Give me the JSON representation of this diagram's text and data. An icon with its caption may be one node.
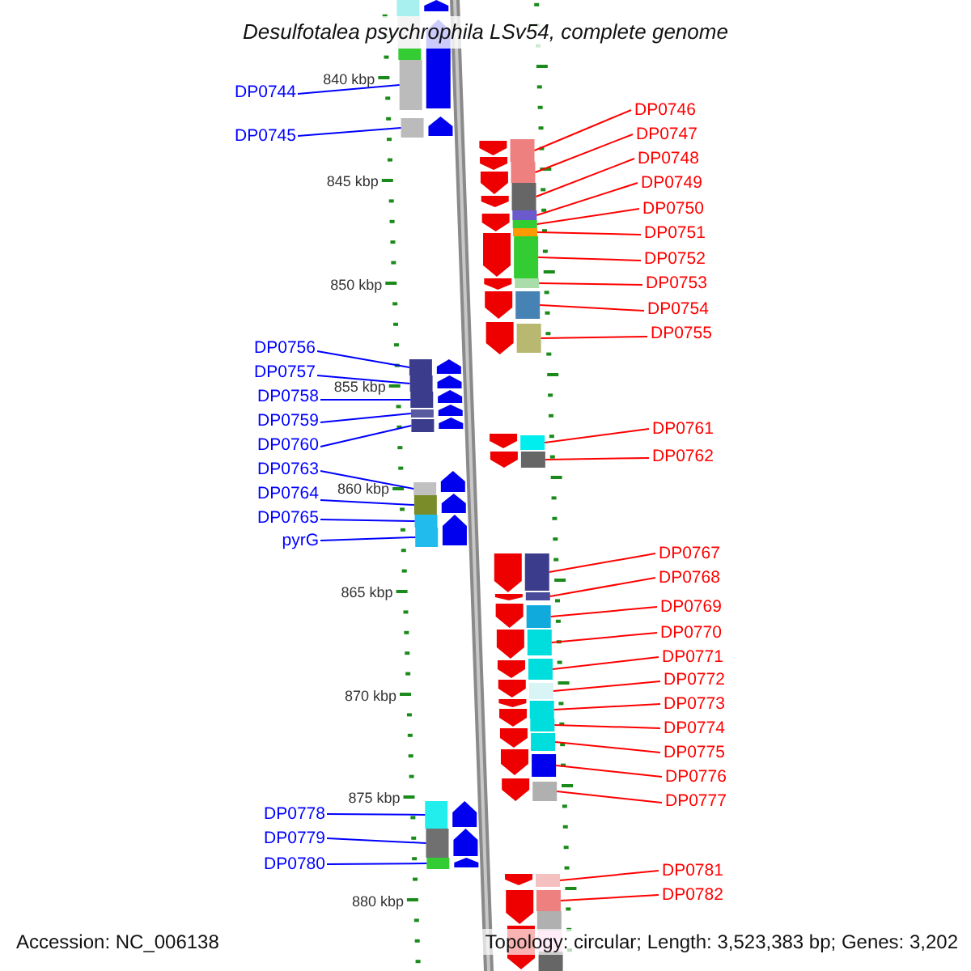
{
  "diagram": {
    "title": "Desulfotalea psychrophila LSv54, complete genome",
    "nodes": [
      {
        "text": [
          "DP0744"
        ]
      },
      {
        "text": [
          "DP0745"
        ]
      },
      {
        "text": [
          "DP0756"
        ]
      },
      {
        "text": [
          "DP0757"
        ]
      },
      {
        "text": [
          "DP0758"
        ]
      },
      {
        "text": [
          "DP0759"
        ]
      },
      {
        "text": [
          "DP0760"
        ]
      },
      {
        "text": [
          "DP0763"
        ]
      },
      {
        "text": [
          "DP0764"
        ]
      },
      {
        "text": [
          "DP0765"
        ]
      },
      {
        "text": [
          "pyrG"
        ]
      },
      {
        "text": [
          "DP0778"
        ]
      },
      {
        "text": [
          "DP0779"
        ]
      },
      {
        "text": [
          "DP0780"
        ]
      },
      {
        "text": [
          "DP0746"
        ]
      },
      {
        "text": [
          "DP0747"
        ]
      },
      {
        "text": [
          "DP0748"
        ]
      },
      {
        "text": [
          "DP0749"
        ]
      },
      {
        "text": [
          "DP0750"
        ]
      },
      {
        "text": [
          "DP0751"
        ]
      },
      {
        "text": [
          "DP0752"
        ]
      },
      {
        "text": [
          "DP0753"
        ]
      },
      {
        "text": [
          "DP0754"
        ]
      },
      {
        "text": [
          "DP0755"
        ]
      },
      {
        "text": [
          "DP0761"
        ]
      },
      {
        "text": [
          "DP0762"
        ]
      },
      {
        "text": [
          "DP0767"
        ]
      },
      {
        "text": [
          "DP0768"
        ]
      },
      {
        "text": [
          "DP0769"
        ]
      },
      {
        "text": [
          "DP0770"
        ]
      },
      {
        "text": [
          "DP0771"
        ]
      },
      {
        "text": [
          "DP0772"
        ]
      },
      {
        "text": [
          "DP0773"
        ]
      },
      {
        "text": [
          "DP0774"
        ]
      },
      {
        "text": [
          "DP0775"
        ]
      },
      {
        "text": [
          "DP0776"
        ]
      },
      {
        "text": [
          "DP0777"
        ]
      },
      {
        "text": [
          "DP0781"
        ]
      },
      {
        "text": [
          "DP0782"
        ]
      },
      {
        "text": [],
        "shape": "bar"
      },
      {
        "text": [],
        "shape": "bar"
      },
      {
        "text": [],
        "shape": "bar"
      },
      {
        "text": [],
        "shape": "bar"
      },
      {
        "text": [],
        "shape": "bar"
      },
      {
        "text": [],
        "shape": "bar"
      },
      {
        "text": [],
        "shape": "bar"
      },
      {
        "text": [],
        "shape": "bar"
      },
      {
        "text": [],
        "shape": "bar"
      },
      {
        "text": [],
        "shape": "bar"
      },
      {
        "text": [],
        "shape": "bar"
      },
      {
        "text": [],
        "shape": "bar"
      },
      {
        "text": [],
        "shape": "bar"
      },
      {
        "text": [],
        "shape": "bar"
      },
      {
        "text": [],
        "shape": "bar"
      },
      {
        "text": [],
        "shape": "bar"
      },
      {
        "text": [],
        "shape": "bar"
      },
      {
        "text": [],
        "shape": "bar"
      },
      {
        "text": [],
        "shape": "bar"
      },
      {
        "text": [],
        "shape": "bar"
      },
      {
        "text": [],
        "shape": "bar"
      },
      {
        "text": [],
        "shape": "bar"
      },
      {
        "text": [],
        "shape": "bar"
      },
      {
        "text": [],
        "shape": "bar"
      },
      {
        "text": [],
        "shape": "bar"
      },
      {
        "text": [],
        "shape": "bar"
      },
      {
        "text": [],
        "shape": "bar"
      },
      {
        "text": [],
        "shape": "bar"
      },
      {
        "text": [],
        "shape": "bar"
      },
      {
        "text": [],
        "shape": "bar"
      },
      {
        "text": [],
        "shape": "bar"
      },
      {
        "text": [],
        "shape": "bar"
      },
      {
        "text": [],
        "shape": "bar"
      },
      {
        "text": [],
        "shape": "bar"
      },
      {
        "text": [],
        "shape": "bar"
      },
      {
        "text": [],
        "shape": "bar"
      },
      {
        "text": [],
        "shape": "bar"
      },
      {
        "text": [],
        "shape": "bar"
      },
      {
        "text": [],
        "shape": "bar"
      },
      {
        "text": [],
        "shape": "bar"
      },
      {
        "text": [],
        "shape": "bar"
      },
      {
        "text": [],
        "shape": "bar"
      },
      {
        "text": [],
        "shape": "bar"
      },
      {
        "text": [],
        "shape": "bar"
      },
      {
        "text": [],
        "shape": "bar"
      }
    ],
    "edges": [
      {
        "from": 0,
        "to": 39,
        "arrow": "none",
        "color": "#0000ff"
      },
      {
        "from": 1,
        "to": 40,
        "arrow": "none",
        "color": "#0000ff"
      },
      {
        "from": 2,
        "to": 41,
        "arrow": "none",
        "color": "#0000ff"
      },
      {
        "from": 3,
        "to": 42,
        "arrow": "none",
        "color": "#0000ff"
      },
      {
        "from": 4,
        "to": 43,
        "arrow": "none",
        "color": "#0000ff"
      },
      {
        "from": 5,
        "to": 44,
        "arrow": "none",
        "color": "#0000ff"
      },
      {
        "from": 6,
        "to": 45,
        "arrow": "none",
        "color": "#0000ff"
      },
      {
        "from": 7,
        "to": 46,
        "arrow": "none",
        "color": "#0000ff"
      },
      {
        "from": 8,
        "to": 47,
        "arrow": "none",
        "color": "#0000ff"
      },
      {
        "from": 9,
        "to": 48,
        "arrow": "none",
        "color": "#0000ff"
      },
      {
        "from": 10,
        "to": 49,
        "arrow": "none",
        "color": "#0000ff"
      },
      {
        "from": 11,
        "to": 50,
        "arrow": "none",
        "color": "#0000ff"
      },
      {
        "from": 12,
        "to": 51,
        "arrow": "none",
        "color": "#0000ff"
      },
      {
        "from": 13,
        "to": 52,
        "arrow": "none",
        "color": "#0000ff"
      },
      {
        "from": 14,
        "to": 53,
        "arrow": "none",
        "color": "#ff0000"
      },
      {
        "from": 15,
        "to": 54,
        "arrow": "none",
        "color": "#ff0000"
      },
      {
        "from": 16,
        "to": 55,
        "arrow": "none",
        "color": "#ff0000"
      },
      {
        "from": 17,
        "to": 56,
        "arrow": "none",
        "color": "#ff0000"
      },
      {
        "from": 18,
        "to": 57,
        "arrow": "none",
        "color": "#ff0000"
      },
      {
        "from": 19,
        "to": 58,
        "arrow": "none",
        "color": "#ff0000"
      },
      {
        "from": 20,
        "to": 59,
        "arrow": "none",
        "color": "#ff0000"
      },
      {
        "from": 21,
        "to": 60,
        "arrow": "none",
        "color": "#ff0000"
      },
      {
        "from": 22,
        "to": 61,
        "arrow": "none",
        "color": "#ff0000"
      },
      {
        "from": 23,
        "to": 62,
        "arrow": "none",
        "color": "#ff0000"
      },
      {
        "from": 24,
        "to": 63,
        "arrow": "none",
        "color": "#ff0000"
      },
      {
        "from": 25,
        "to": 64,
        "arrow": "none",
        "color": "#ff0000"
      },
      {
        "from": 26,
        "to": 65,
        "arrow": "none",
        "color": "#ff0000"
      },
      {
        "from": 27,
        "to": 66,
        "arrow": "none",
        "color": "#ff0000"
      },
      {
        "from": 28,
        "to": 67,
        "arrow": "none",
        "color": "#ff0000"
      },
      {
        "from": 29,
        "to": 68,
        "arrow": "none",
        "color": "#ff0000"
      },
      {
        "from": 30,
        "to": 69,
        "arrow": "none",
        "color": "#ff0000"
      },
      {
        "from": 31,
        "to": 70,
        "arrow": "none",
        "color": "#ff0000"
      },
      {
        "from": 32,
        "to": 71,
        "arrow": "none",
        "color": "#ff0000"
      },
      {
        "from": 33,
        "to": 72,
        "arrow": "none",
        "color": "#ff0000"
      },
      {
        "from": 34,
        "to": 73,
        "arrow": "none",
        "color": "#ff0000"
      },
      {
        "from": 35,
        "to": 74,
        "arrow": "none",
        "color": "#ff0000"
      },
      {
        "from": 36,
        "to": 75,
        "arrow": "none",
        "color": "#ff0000"
      },
      {
        "from": 37,
        "to": 76,
        "arrow": "none",
        "color": "#ff0000"
      },
      {
        "from": 38,
        "to": 77,
        "arrow": "none",
        "color": "#ff0000"
      }
    ],
    "labels": [
      "840 kbp",
      "845 kbp",
      "850 kbp",
      "855 kbp",
      "860 kbp",
      "865 kbp",
      "870 kbp",
      "875 kbp",
      "880 kbp",
      "Accession: NC_006138",
      "Topology: circular; Length: 3,523,383 bp; Genes: 3,202"
    ]
  }
}
